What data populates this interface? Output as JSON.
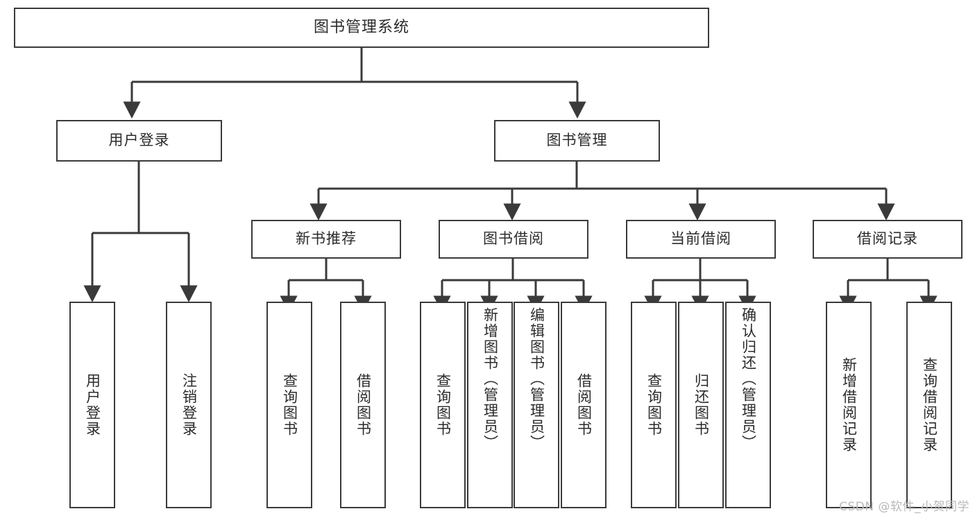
{
  "diagram": {
    "type": "hierarchy-tree",
    "title": "图书管理系统",
    "orientation": "top-down",
    "colors": {
      "line": "#3a3a3a",
      "box_border": "#3a3a3a",
      "box_fill": "#ffffff",
      "text": "#2b2b2b",
      "background": "#ffffff",
      "watermark": "#b9b9b9"
    },
    "nodes": {
      "root": {
        "label": "图书管理系统",
        "level": 1,
        "orientation": "horizontal"
      },
      "user_login": {
        "label": "用户登录",
        "level": 2,
        "orientation": "horizontal"
      },
      "book_manage": {
        "label": "图书管理",
        "level": 2,
        "orientation": "horizontal"
      },
      "new_book_rec": {
        "label": "新书推荐",
        "level": 3,
        "orientation": "horizontal"
      },
      "book_borrow": {
        "label": "图书借阅",
        "level": 3,
        "orientation": "horizontal"
      },
      "current_borrow": {
        "label": "当前借阅",
        "level": 3,
        "orientation": "horizontal"
      },
      "borrow_record": {
        "label": "借阅记录",
        "level": 3,
        "orientation": "horizontal"
      },
      "leaf_user_login": {
        "label": "用户登录",
        "level": 4,
        "orientation": "vertical"
      },
      "leaf_user_logout": {
        "label": "注销登录",
        "level": 4,
        "orientation": "vertical"
      },
      "leaf_query_book_1": {
        "label": "查询图书",
        "level": 4,
        "orientation": "vertical"
      },
      "leaf_borrow_book_1": {
        "label": "借阅图书",
        "level": 4,
        "orientation": "vertical"
      },
      "leaf_query_book_2": {
        "label": "查询图书",
        "level": 4,
        "orientation": "vertical"
      },
      "leaf_add_book": {
        "label": "新增图书（管理员）",
        "level": 4,
        "orientation": "vertical"
      },
      "leaf_edit_book": {
        "label": "编辑图书（管理员）",
        "level": 4,
        "orientation": "vertical"
      },
      "leaf_borrow_book_2": {
        "label": "借阅图书",
        "level": 4,
        "orientation": "vertical"
      },
      "leaf_query_book_3": {
        "label": "查询图书",
        "level": 4,
        "orientation": "vertical"
      },
      "leaf_return_book": {
        "label": "归还图书",
        "level": 4,
        "orientation": "vertical"
      },
      "leaf_confirm_return": {
        "label": "确认归还（管理员）",
        "level": 4,
        "orientation": "vertical"
      },
      "leaf_add_record": {
        "label": "新增借阅记录",
        "level": 4,
        "orientation": "vertical"
      },
      "leaf_query_record": {
        "label": "查询借阅记录",
        "level": 4,
        "orientation": "vertical"
      }
    },
    "edges": [
      {
        "from": "root",
        "to": "user_login"
      },
      {
        "from": "root",
        "to": "book_manage"
      },
      {
        "from": "user_login",
        "to": "leaf_user_login"
      },
      {
        "from": "user_login",
        "to": "leaf_user_logout"
      },
      {
        "from": "book_manage",
        "to": "new_book_rec"
      },
      {
        "from": "book_manage",
        "to": "book_borrow"
      },
      {
        "from": "book_manage",
        "to": "current_borrow"
      },
      {
        "from": "book_manage",
        "to": "borrow_record"
      },
      {
        "from": "new_book_rec",
        "to": "leaf_query_book_1"
      },
      {
        "from": "new_book_rec",
        "to": "leaf_borrow_book_1"
      },
      {
        "from": "book_borrow",
        "to": "leaf_query_book_2"
      },
      {
        "from": "book_borrow",
        "to": "leaf_add_book"
      },
      {
        "from": "book_borrow",
        "to": "leaf_edit_book"
      },
      {
        "from": "book_borrow",
        "to": "leaf_borrow_book_2"
      },
      {
        "from": "current_borrow",
        "to": "leaf_query_book_3"
      },
      {
        "from": "current_borrow",
        "to": "leaf_return_book"
      },
      {
        "from": "current_borrow",
        "to": "leaf_confirm_return"
      },
      {
        "from": "borrow_record",
        "to": "leaf_add_record"
      },
      {
        "from": "borrow_record",
        "to": "leaf_query_record"
      }
    ],
    "watermark": "CSDN @软件_小贺同学"
  }
}
